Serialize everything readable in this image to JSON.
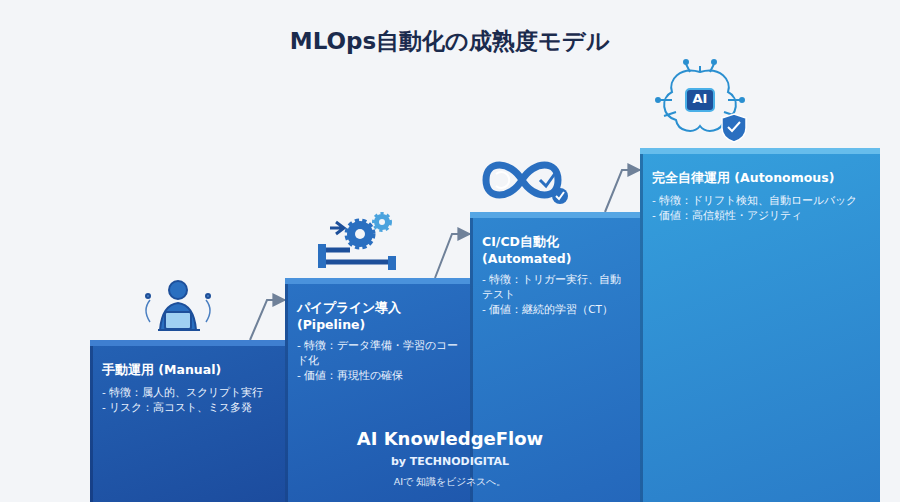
{
  "diagram": {
    "title": "MLOps自動化の成熟度モデル",
    "nodes": [
      {
        "text": [
          "手動運用 (Manual)",
          "- 特徴：属人的、スクリプト実行",
          "- リスク：高コスト、ミス多発"
        ]
      },
      {
        "text": [
          "パイプライン導入 (Pipeline)",
          "- 特徴：データ準備・学習のコード化",
          "- 価値：再現性の確保"
        ]
      },
      {
        "text": [
          "CI/CD自動化 (Automated)",
          "- 特徴：トリガー実行、自動テスト",
          "- 価値：継続的学習（CT）"
        ]
      },
      {
        "text": [
          "完全自律運用 (Autonomous)",
          "- 特徴：ドリフト検知、自動ロールバック",
          "- 価値：高信頼性・アジリティ"
        ]
      }
    ],
    "edges": [
      {
        "from": 0,
        "to": 1,
        "arrow": "to"
      },
      {
        "from": 1,
        "to": 2,
        "arrow": "to"
      },
      {
        "from": 2,
        "to": 3,
        "arrow": "to"
      }
    ],
    "labels": [
      "AI",
      "AI KnowledgeFlow",
      "by TECHNODIGITAL",
      "AIで 知識をビジネスへ。"
    ]
  }
}
